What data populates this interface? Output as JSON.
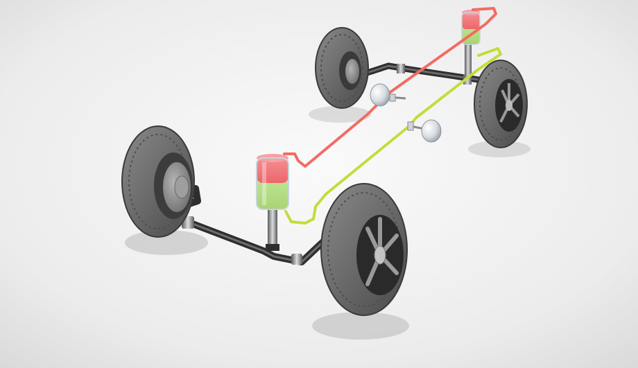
{
  "diagram": {
    "subject": "",
    "colors": {
      "background": "#e6e6e6",
      "tire": "#6d6d6d",
      "tire_dark": "#3c3c3c",
      "rim": "#8a8a8a",
      "rim_dark": "#2d2d2d",
      "axle": "#3a3a3a",
      "red_line": "#f26b63",
      "green_line": "#c4dc3a",
      "reservoir_red": "#f5707a",
      "reservoir_green": "#b7e07a",
      "metal": "#c9cfd4"
    },
    "parts": [
      {
        "id": "wheel-front-left",
        "icon": "wheel-icon"
      },
      {
        "id": "wheel-front-right",
        "icon": "wheel-icon"
      },
      {
        "id": "wheel-rear-left",
        "icon": "wheel-icon"
      },
      {
        "id": "wheel-rear-right",
        "icon": "wheel-icon"
      },
      {
        "id": "front-axle",
        "icon": "axle-icon"
      },
      {
        "id": "rear-axle",
        "icon": "axle-icon"
      },
      {
        "id": "front-reservoir",
        "icon": "reservoir-icon"
      },
      {
        "id": "rear-reservoir",
        "icon": "reservoir-icon"
      },
      {
        "id": "red-circuit-line",
        "icon": "pipe-icon"
      },
      {
        "id": "green-circuit-line",
        "icon": "pipe-icon"
      },
      {
        "id": "accumulator-sphere-left",
        "icon": "sphere-icon"
      },
      {
        "id": "accumulator-sphere-right",
        "icon": "sphere-icon"
      }
    ]
  }
}
